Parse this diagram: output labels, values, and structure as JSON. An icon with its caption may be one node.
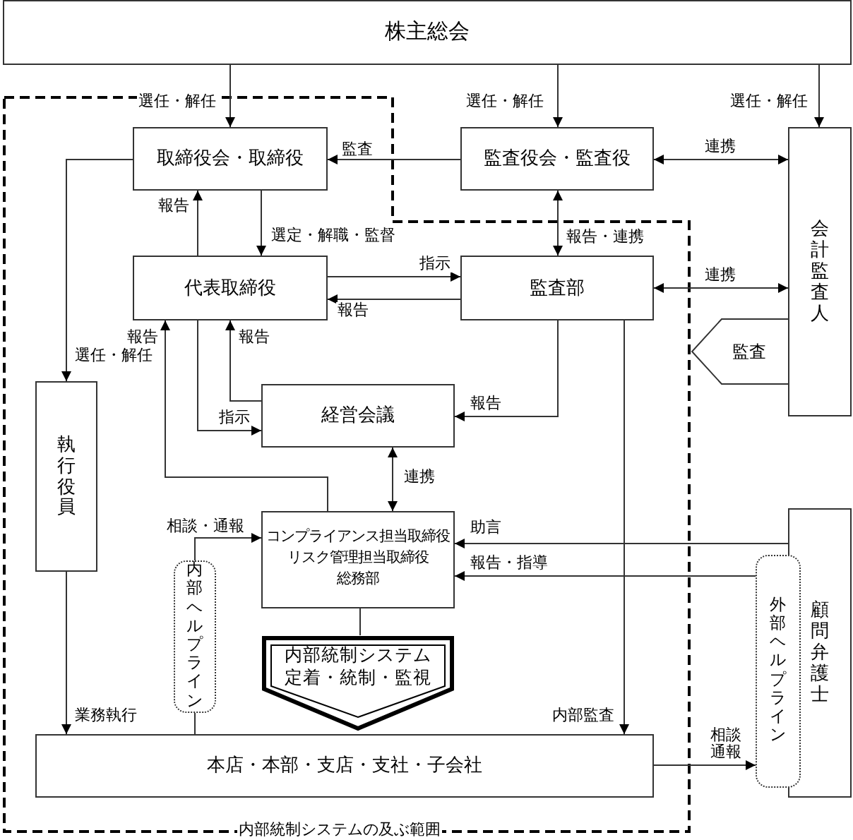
{
  "diagram": {
    "nodes": [
      {
        "text": [
          "株主総会"
        ]
      },
      {
        "text": [
          "内部統制システムの及ぶ範囲"
        ]
      },
      {
        "text": [
          "取締役会・取締役"
        ],
        "in": 1
      },
      {
        "text": [
          "監査役会・監査役"
        ]
      },
      {
        "text": [
          "会計監査人"
        ]
      },
      {
        "text": [
          "代表取締役"
        ],
        "in": 1
      },
      {
        "text": [
          "監査部"
        ],
        "in": 1
      },
      {
        "text": [
          "監査"
        ]
      },
      {
        "text": [
          "執行役員"
        ],
        "in": 1
      },
      {
        "text": [
          "経営会議"
        ],
        "in": 1
      },
      {
        "text": [
          "コンプライアンス担当取締役",
          "リスク管理担当取締役",
          "総務部"
        ],
        "in": 1
      },
      {
        "text": [
          "内部ヘルプライン"
        ],
        "in": 1
      },
      {
        "text": [
          "内部統制システム定着・統制・監視"
        ],
        "in": 1
      },
      {
        "text": [
          "本店・本部・支店・支社・子会社"
        ],
        "in": 1
      },
      {
        "text": [
          "外部ヘルプライン"
        ]
      },
      {
        "text": [
          "顧問弁護士"
        ]
      }
    ],
    "edges": [
      {
        "from": 0,
        "to": 2,
        "arrow": "to",
        "label": "選任・解任"
      },
      {
        "from": 0,
        "to": 3,
        "arrow": "to",
        "label": "選任・解任"
      },
      {
        "from": 0,
        "to": 4,
        "arrow": "to",
        "label": "選任・解任"
      },
      {
        "from": 3,
        "to": 2,
        "arrow": "to",
        "label": "監査"
      },
      {
        "from": 3,
        "to": 4,
        "arrow": "both",
        "label": "連携"
      },
      {
        "from": 5,
        "to": 2,
        "arrow": "to",
        "label": "報告"
      },
      {
        "from": 2,
        "to": 5,
        "arrow": "to",
        "label": "選定・解職・監督"
      },
      {
        "from": 3,
        "to": 6,
        "arrow": "both",
        "label": "報告・連携"
      },
      {
        "from": 5,
        "to": 6,
        "arrow": "to",
        "label": "指示"
      },
      {
        "from": 6,
        "to": 5,
        "arrow": "to",
        "label": "報告"
      },
      {
        "from": 6,
        "to": 4,
        "arrow": "both",
        "label": "連携"
      },
      {
        "from": 2,
        "to": 8,
        "arrow": "to",
        "label": "選任・解任"
      },
      {
        "from": 6,
        "to": 9,
        "arrow": "to",
        "label": "報告"
      },
      {
        "from": 9,
        "to": 5,
        "arrow": "to",
        "label": "報告"
      },
      {
        "from": 5,
        "to": 9,
        "arrow": "to",
        "label": "指示"
      },
      {
        "from": 9,
        "to": 10,
        "arrow": "both",
        "label": "連携"
      },
      {
        "from": 10,
        "to": 5,
        "arrow": "to",
        "label": "報告"
      },
      {
        "from": 11,
        "to": 10,
        "arrow": "to",
        "label": "相談・通報"
      },
      {
        "from": 15,
        "to": 10,
        "arrow": "to",
        "label": "助言"
      },
      {
        "from": 14,
        "to": 10,
        "arrow": "to",
        "label": "報告・指導"
      },
      {
        "from": 8,
        "to": 13,
        "arrow": "to",
        "label": "業務執行"
      },
      {
        "from": 13,
        "to": 11,
        "arrow": "none"
      },
      {
        "from": 6,
        "to": 13,
        "arrow": "to",
        "label": "内部監査"
      },
      {
        "from": 13,
        "to": 14,
        "arrow": "to",
        "label": "相談通報"
      },
      {
        "from": 10,
        "to": 12,
        "arrow": "none"
      }
    ]
  }
}
